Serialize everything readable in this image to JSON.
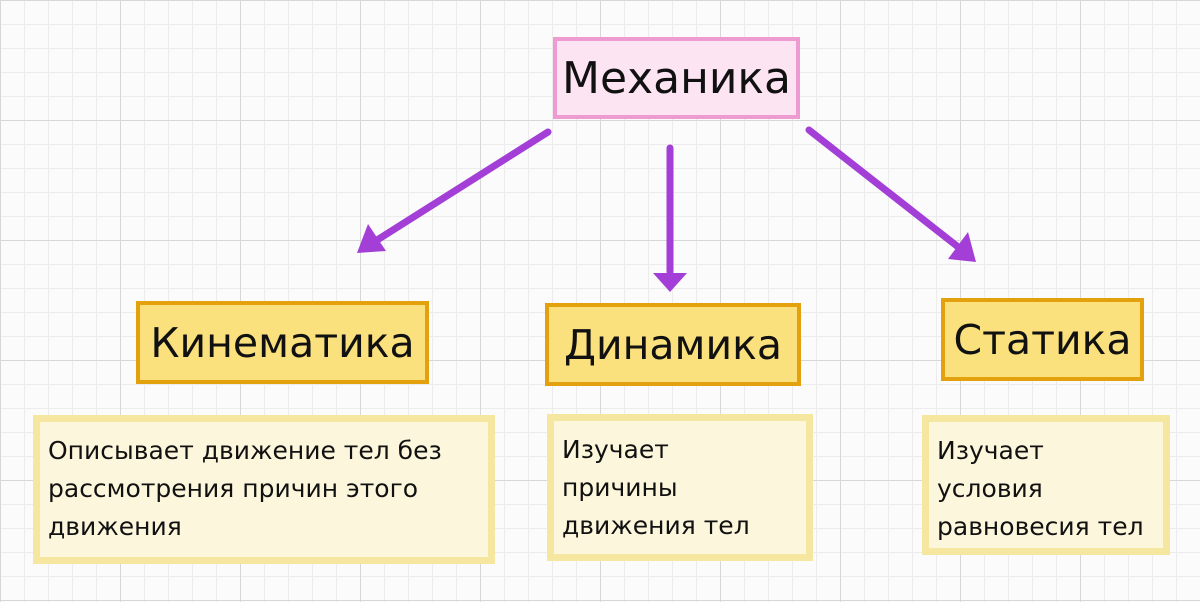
{
  "diagram": {
    "root": {
      "label": "Механика"
    },
    "branches": [
      {
        "title": "Кинематика",
        "description": [
          "Описывает движение тел без",
          "рассмотрения причин этого",
          "движения"
        ]
      },
      {
        "title": "Динамика",
        "description": [
          "Изучает",
          "причины",
          "движения тел"
        ]
      },
      {
        "title": "Статика",
        "description": [
          "Изучает",
          "условия",
          "равновесия тел"
        ]
      }
    ],
    "colors": {
      "arrow": "#a33fd6",
      "root_fill": "#fde4f3",
      "root_border": "#ee9bd1",
      "branch_fill": "#fbe17d",
      "branch_border": "#e4a10e",
      "description_fill": "#fcf7dc",
      "description_border": "#f6e7a0"
    }
  }
}
